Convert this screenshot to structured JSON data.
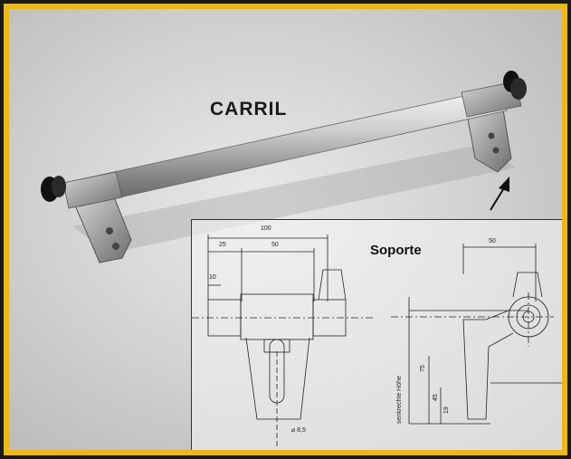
{
  "labels": {
    "title": "CARRIL",
    "subtitle": "Soporte"
  },
  "dimensions": {
    "overall_width": "100",
    "offset": "25",
    "center_width": "50",
    "end_width": "10",
    "side_width": "50",
    "height_75": "75",
    "height_45": "45",
    "height_19": "19",
    "hole": "⌀ 8,5",
    "vertical_label": "senkrechte Höhe"
  },
  "colors": {
    "frame_outer": "#1a1a1a",
    "frame_gold": "#e8b81c",
    "background": "#d4d4d4"
  }
}
